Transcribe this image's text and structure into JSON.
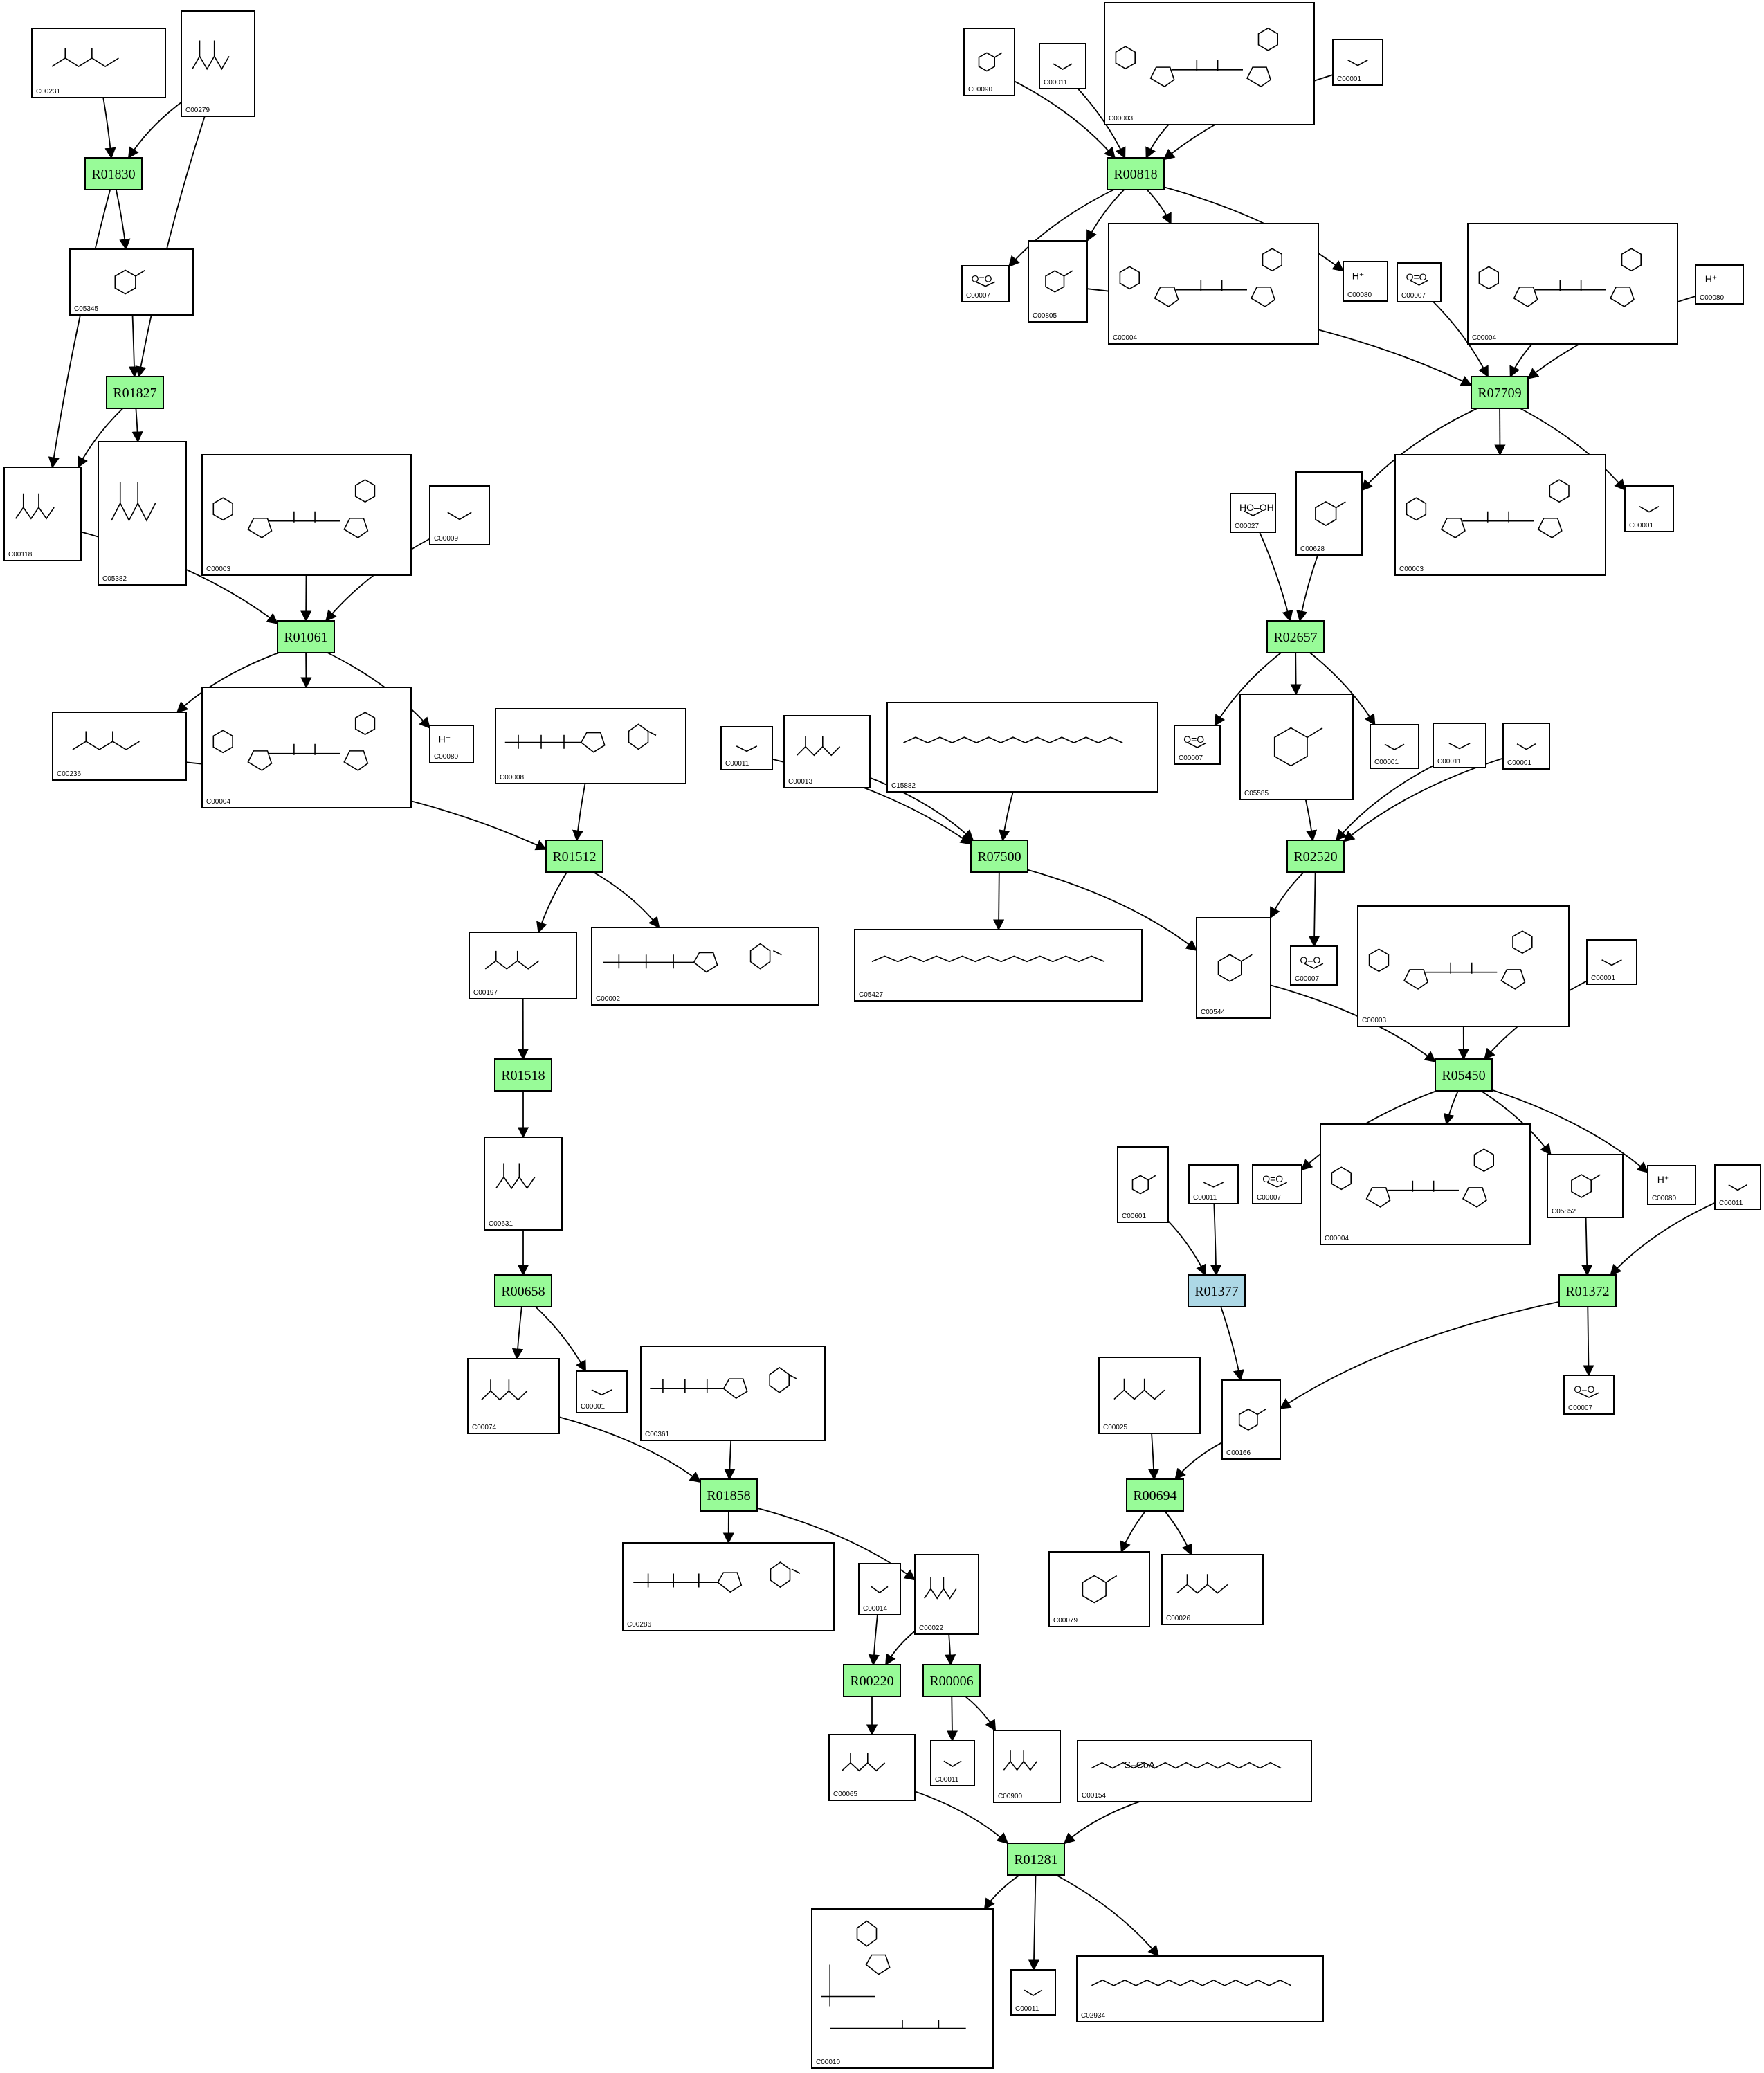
{
  "colors": {
    "reaction_default": "#98fb98",
    "reaction_highlight": "#add8e6",
    "edge": "#000000",
    "box_border": "#000000"
  },
  "reactions": [
    {
      "id": "R01830",
      "color": "#98fb98"
    },
    {
      "id": "R01827",
      "color": "#98fb98"
    },
    {
      "id": "R01061",
      "color": "#98fb98"
    },
    {
      "id": "R01512",
      "color": "#98fb98"
    },
    {
      "id": "R01518",
      "color": "#98fb98"
    },
    {
      "id": "R00658",
      "color": "#98fb98"
    },
    {
      "id": "R01858",
      "color": "#98fb98"
    },
    {
      "id": "R00220",
      "color": "#98fb98"
    },
    {
      "id": "R00006",
      "color": "#98fb98"
    },
    {
      "id": "R01281",
      "color": "#98fb98"
    },
    {
      "id": "R00818",
      "color": "#98fb98"
    },
    {
      "id": "R07709",
      "color": "#98fb98"
    },
    {
      "id": "R02657",
      "color": "#98fb98"
    },
    {
      "id": "R02520",
      "color": "#98fb98"
    },
    {
      "id": "R07500",
      "color": "#98fb98"
    },
    {
      "id": "R05450",
      "color": "#98fb98"
    },
    {
      "id": "R01377",
      "color": "#add8e6"
    },
    {
      "id": "R01372",
      "color": "#98fb98"
    },
    {
      "id": "R00694",
      "color": "#98fb98"
    }
  ],
  "compounds": [
    {
      "key": "c00231",
      "id": "C00231",
      "sym": ""
    },
    {
      "key": "c00279",
      "id": "C00279",
      "sym": ""
    },
    {
      "key": "c05345",
      "id": "C05345",
      "sym": ""
    },
    {
      "key": "c00118",
      "id": "C00118",
      "sym": ""
    },
    {
      "key": "c05382",
      "id": "C05382",
      "sym": ""
    },
    {
      "key": "c00003a",
      "id": "C00003",
      "sym": ""
    },
    {
      "key": "c00009",
      "id": "C00009",
      "sym": ""
    },
    {
      "key": "c00236",
      "id": "C00236",
      "sym": ""
    },
    {
      "key": "c00004a",
      "id": "C00004",
      "sym": ""
    },
    {
      "key": "c00080a",
      "id": "C00080",
      "sym": "H⁺"
    },
    {
      "key": "c00008",
      "id": "C00008",
      "sym": ""
    },
    {
      "key": "c00197",
      "id": "C00197",
      "sym": ""
    },
    {
      "key": "c00002",
      "id": "C00002",
      "sym": ""
    },
    {
      "key": "c00631",
      "id": "C00631",
      "sym": ""
    },
    {
      "key": "c00074",
      "id": "C00074",
      "sym": ""
    },
    {
      "key": "c00001a",
      "id": "C00001",
      "sym": ""
    },
    {
      "key": "c00361",
      "id": "C00361",
      "sym": ""
    },
    {
      "key": "c00286",
      "id": "C00286",
      "sym": ""
    },
    {
      "key": "c00014",
      "id": "C00014",
      "sym": ""
    },
    {
      "key": "c00022",
      "id": "C00022",
      "sym": ""
    },
    {
      "key": "c00065",
      "id": "C00065",
      "sym": ""
    },
    {
      "key": "c00011a",
      "id": "C00011",
      "sym": ""
    },
    {
      "key": "c00900",
      "id": "C00900",
      "sym": ""
    },
    {
      "key": "c00154",
      "id": "C00154",
      "sym": "S–CoA"
    },
    {
      "key": "c00010",
      "id": "C00010",
      "sym": ""
    },
    {
      "key": "c00011b",
      "id": "C00011",
      "sym": ""
    },
    {
      "key": "c02934",
      "id": "C02934",
      "sym": ""
    },
    {
      "key": "c00090",
      "id": "C00090",
      "sym": ""
    },
    {
      "key": "c00011c",
      "id": "C00011",
      "sym": ""
    },
    {
      "key": "c00003b",
      "id": "C00003",
      "sym": ""
    },
    {
      "key": "c00001b",
      "id": "C00001",
      "sym": ""
    },
    {
      "key": "c00007a",
      "id": "C00007",
      "sym": "O=O"
    },
    {
      "key": "c00805",
      "id": "C00805",
      "sym": ""
    },
    {
      "key": "c00004b",
      "id": "C00004",
      "sym": ""
    },
    {
      "key": "c00080b",
      "id": "C00080",
      "sym": "H⁺"
    },
    {
      "key": "c00007b",
      "id": "C00007",
      "sym": "O=O"
    },
    {
      "key": "c00004c",
      "id": "C00004",
      "sym": ""
    },
    {
      "key": "c00080c",
      "id": "C00080",
      "sym": "H⁺"
    },
    {
      "key": "c00027",
      "id": "C00027",
      "sym": "HO–OH"
    },
    {
      "key": "c00628",
      "id": "C00628",
      "sym": ""
    },
    {
      "key": "c00003c",
      "id": "C00003",
      "sym": ""
    },
    {
      "key": "c00001c",
      "id": "C00001",
      "sym": ""
    },
    {
      "key": "c00007c",
      "id": "C00007",
      "sym": "O=O"
    },
    {
      "key": "c05585",
      "id": "C05585",
      "sym": ""
    },
    {
      "key": "c00001d",
      "id": "C00001",
      "sym": ""
    },
    {
      "key": "c00011d",
      "id": "C00011",
      "sym": ""
    },
    {
      "key": "c00001e",
      "id": "C00001",
      "sym": ""
    },
    {
      "key": "c00011e",
      "id": "C00011",
      "sym": ""
    },
    {
      "key": "c00013",
      "id": "C00013",
      "sym": ""
    },
    {
      "key": "c15882",
      "id": "C15882",
      "sym": ""
    },
    {
      "key": "c00007d",
      "id": "C00007",
      "sym": "O=O"
    },
    {
      "key": "c05427",
      "id": "C05427",
      "sym": ""
    },
    {
      "key": "c00544",
      "id": "C00544",
      "sym": ""
    },
    {
      "key": "c00003d",
      "id": "C00003",
      "sym": ""
    },
    {
      "key": "c00001f",
      "id": "C00001",
      "sym": ""
    },
    {
      "key": "c00007e",
      "id": "C00007",
      "sym": "O=O"
    },
    {
      "key": "c00004d",
      "id": "C00004",
      "sym": ""
    },
    {
      "key": "c05852",
      "id": "C05852",
      "sym": ""
    },
    {
      "key": "c00080d",
      "id": "C00080",
      "sym": "H⁺"
    },
    {
      "key": "c00011f",
      "id": "C00011",
      "sym": ""
    },
    {
      "key": "c00601",
      "id": "C00601",
      "sym": ""
    },
    {
      "key": "c00011g",
      "id": "C00011",
      "sym": ""
    },
    {
      "key": "c00007f",
      "id": "C00007",
      "sym": "O=O"
    },
    {
      "key": "c00025",
      "id": "C00025",
      "sym": ""
    },
    {
      "key": "c00166",
      "id": "C00166",
      "sym": ""
    },
    {
      "key": "c00079",
      "id": "C00079",
      "sym": ""
    },
    {
      "key": "c00026",
      "id": "C00026",
      "sym": ""
    }
  ],
  "edges": [
    [
      "c00231",
      "R01830"
    ],
    [
      "c00279",
      "R01830"
    ],
    [
      "R01830",
      "c05345"
    ],
    [
      "R01830",
      "c00118"
    ],
    [
      "c05345",
      "R01827"
    ],
    [
      "c00279",
      "R01827"
    ],
    [
      "R01827",
      "c00118"
    ],
    [
      "R01827",
      "c05382"
    ],
    [
      "c00118",
      "R01061"
    ],
    [
      "c00003a",
      "R01061"
    ],
    [
      "c00009",
      "R01061"
    ],
    [
      "R01061",
      "c00236"
    ],
    [
      "R01061",
      "c00004a"
    ],
    [
      "R01061",
      "c00080a"
    ],
    [
      "c00236",
      "R01512"
    ],
    [
      "c00008",
      "R01512"
    ],
    [
      "R01512",
      "c00197"
    ],
    [
      "R01512",
      "c00002"
    ],
    [
      "c00197",
      "R01518"
    ],
    [
      "R01518",
      "c00631"
    ],
    [
      "c00631",
      "R00658"
    ],
    [
      "R00658",
      "c00074"
    ],
    [
      "R00658",
      "c00001a"
    ],
    [
      "c00074",
      "R01858"
    ],
    [
      "c00361",
      "R01858"
    ],
    [
      "R01858",
      "c00286"
    ],
    [
      "R01858",
      "c00022"
    ],
    [
      "c00014",
      "R00220"
    ],
    [
      "c00022",
      "R00220"
    ],
    [
      "c00022",
      "R00006"
    ],
    [
      "R00220",
      "c00065"
    ],
    [
      "R00006",
      "c00011a"
    ],
    [
      "R00006",
      "c00900"
    ],
    [
      "c00065",
      "R01281"
    ],
    [
      "c00154",
      "R01281"
    ],
    [
      "R01281",
      "c00010"
    ],
    [
      "R01281",
      "c00011b"
    ],
    [
      "R01281",
      "c02934"
    ],
    [
      "c00090",
      "R00818"
    ],
    [
      "c00011c",
      "R00818"
    ],
    [
      "c00003b",
      "R00818"
    ],
    [
      "c00001b",
      "R00818"
    ],
    [
      "R00818",
      "c00007a"
    ],
    [
      "R00818",
      "c00805"
    ],
    [
      "R00818",
      "c00004b"
    ],
    [
      "R00818",
      "c00080b"
    ],
    [
      "c00805",
      "R07709"
    ],
    [
      "c00007b",
      "R07709"
    ],
    [
      "c00004c",
      "R07709"
    ],
    [
      "c00080c",
      "R07709"
    ],
    [
      "R07709",
      "c00628"
    ],
    [
      "R07709",
      "c00003c"
    ],
    [
      "R07709",
      "c00001c"
    ],
    [
      "c00027",
      "R02657"
    ],
    [
      "c00628",
      "R02657"
    ],
    [
      "R02657",
      "c00007c"
    ],
    [
      "R02657",
      "c05585"
    ],
    [
      "R02657",
      "c00001d"
    ],
    [
      "c05585",
      "R02520"
    ],
    [
      "c00011d",
      "R02520"
    ],
    [
      "c00001e",
      "R02520"
    ],
    [
      "R02520",
      "c00544"
    ],
    [
      "R02520",
      "c00007d"
    ],
    [
      "c00011e",
      "R07500"
    ],
    [
      "c00013",
      "R07500"
    ],
    [
      "c15882",
      "R07500"
    ],
    [
      "R07500",
      "c05427"
    ],
    [
      "R07500",
      "c00544"
    ],
    [
      "c00544",
      "R05450"
    ],
    [
      "c00003d",
      "R05450"
    ],
    [
      "c00001f",
      "R05450"
    ],
    [
      "R05450",
      "c00007e"
    ],
    [
      "R05450",
      "c00004d"
    ],
    [
      "R05450",
      "c05852"
    ],
    [
      "R05450",
      "c00080d"
    ],
    [
      "c05852",
      "R01372"
    ],
    [
      "c00011f",
      "R01372"
    ],
    [
      "R01372",
      "c00166"
    ],
    [
      "R01372",
      "c00007f"
    ],
    [
      "c00601",
      "R01377"
    ],
    [
      "c00011g",
      "R01377"
    ],
    [
      "R01377",
      "c00166"
    ],
    [
      "c00025",
      "R00694"
    ],
    [
      "c00166",
      "R00694"
    ],
    [
      "R00694",
      "c00079"
    ],
    [
      "R00694",
      "c00026"
    ]
  ]
}
